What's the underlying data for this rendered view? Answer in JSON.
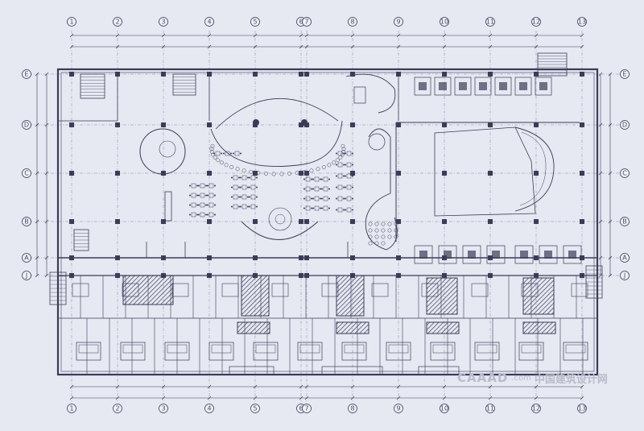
{
  "plan": {
    "grid_columns": [
      "1",
      "2",
      "3",
      "4",
      "5",
      "6",
      "7",
      "8",
      "9",
      "10",
      "11",
      "12",
      "13"
    ],
    "grid_rows": [
      "E",
      "D",
      "C",
      "B",
      "A",
      "J"
    ]
  },
  "watermark": {
    "brand": "CAAAD",
    "domain": ".com",
    "cn": "中国建筑设计网"
  },
  "colors": {
    "paper": "#e6e8f2",
    "ink": "#3c3c58",
    "watermark": "#b9bccb"
  }
}
